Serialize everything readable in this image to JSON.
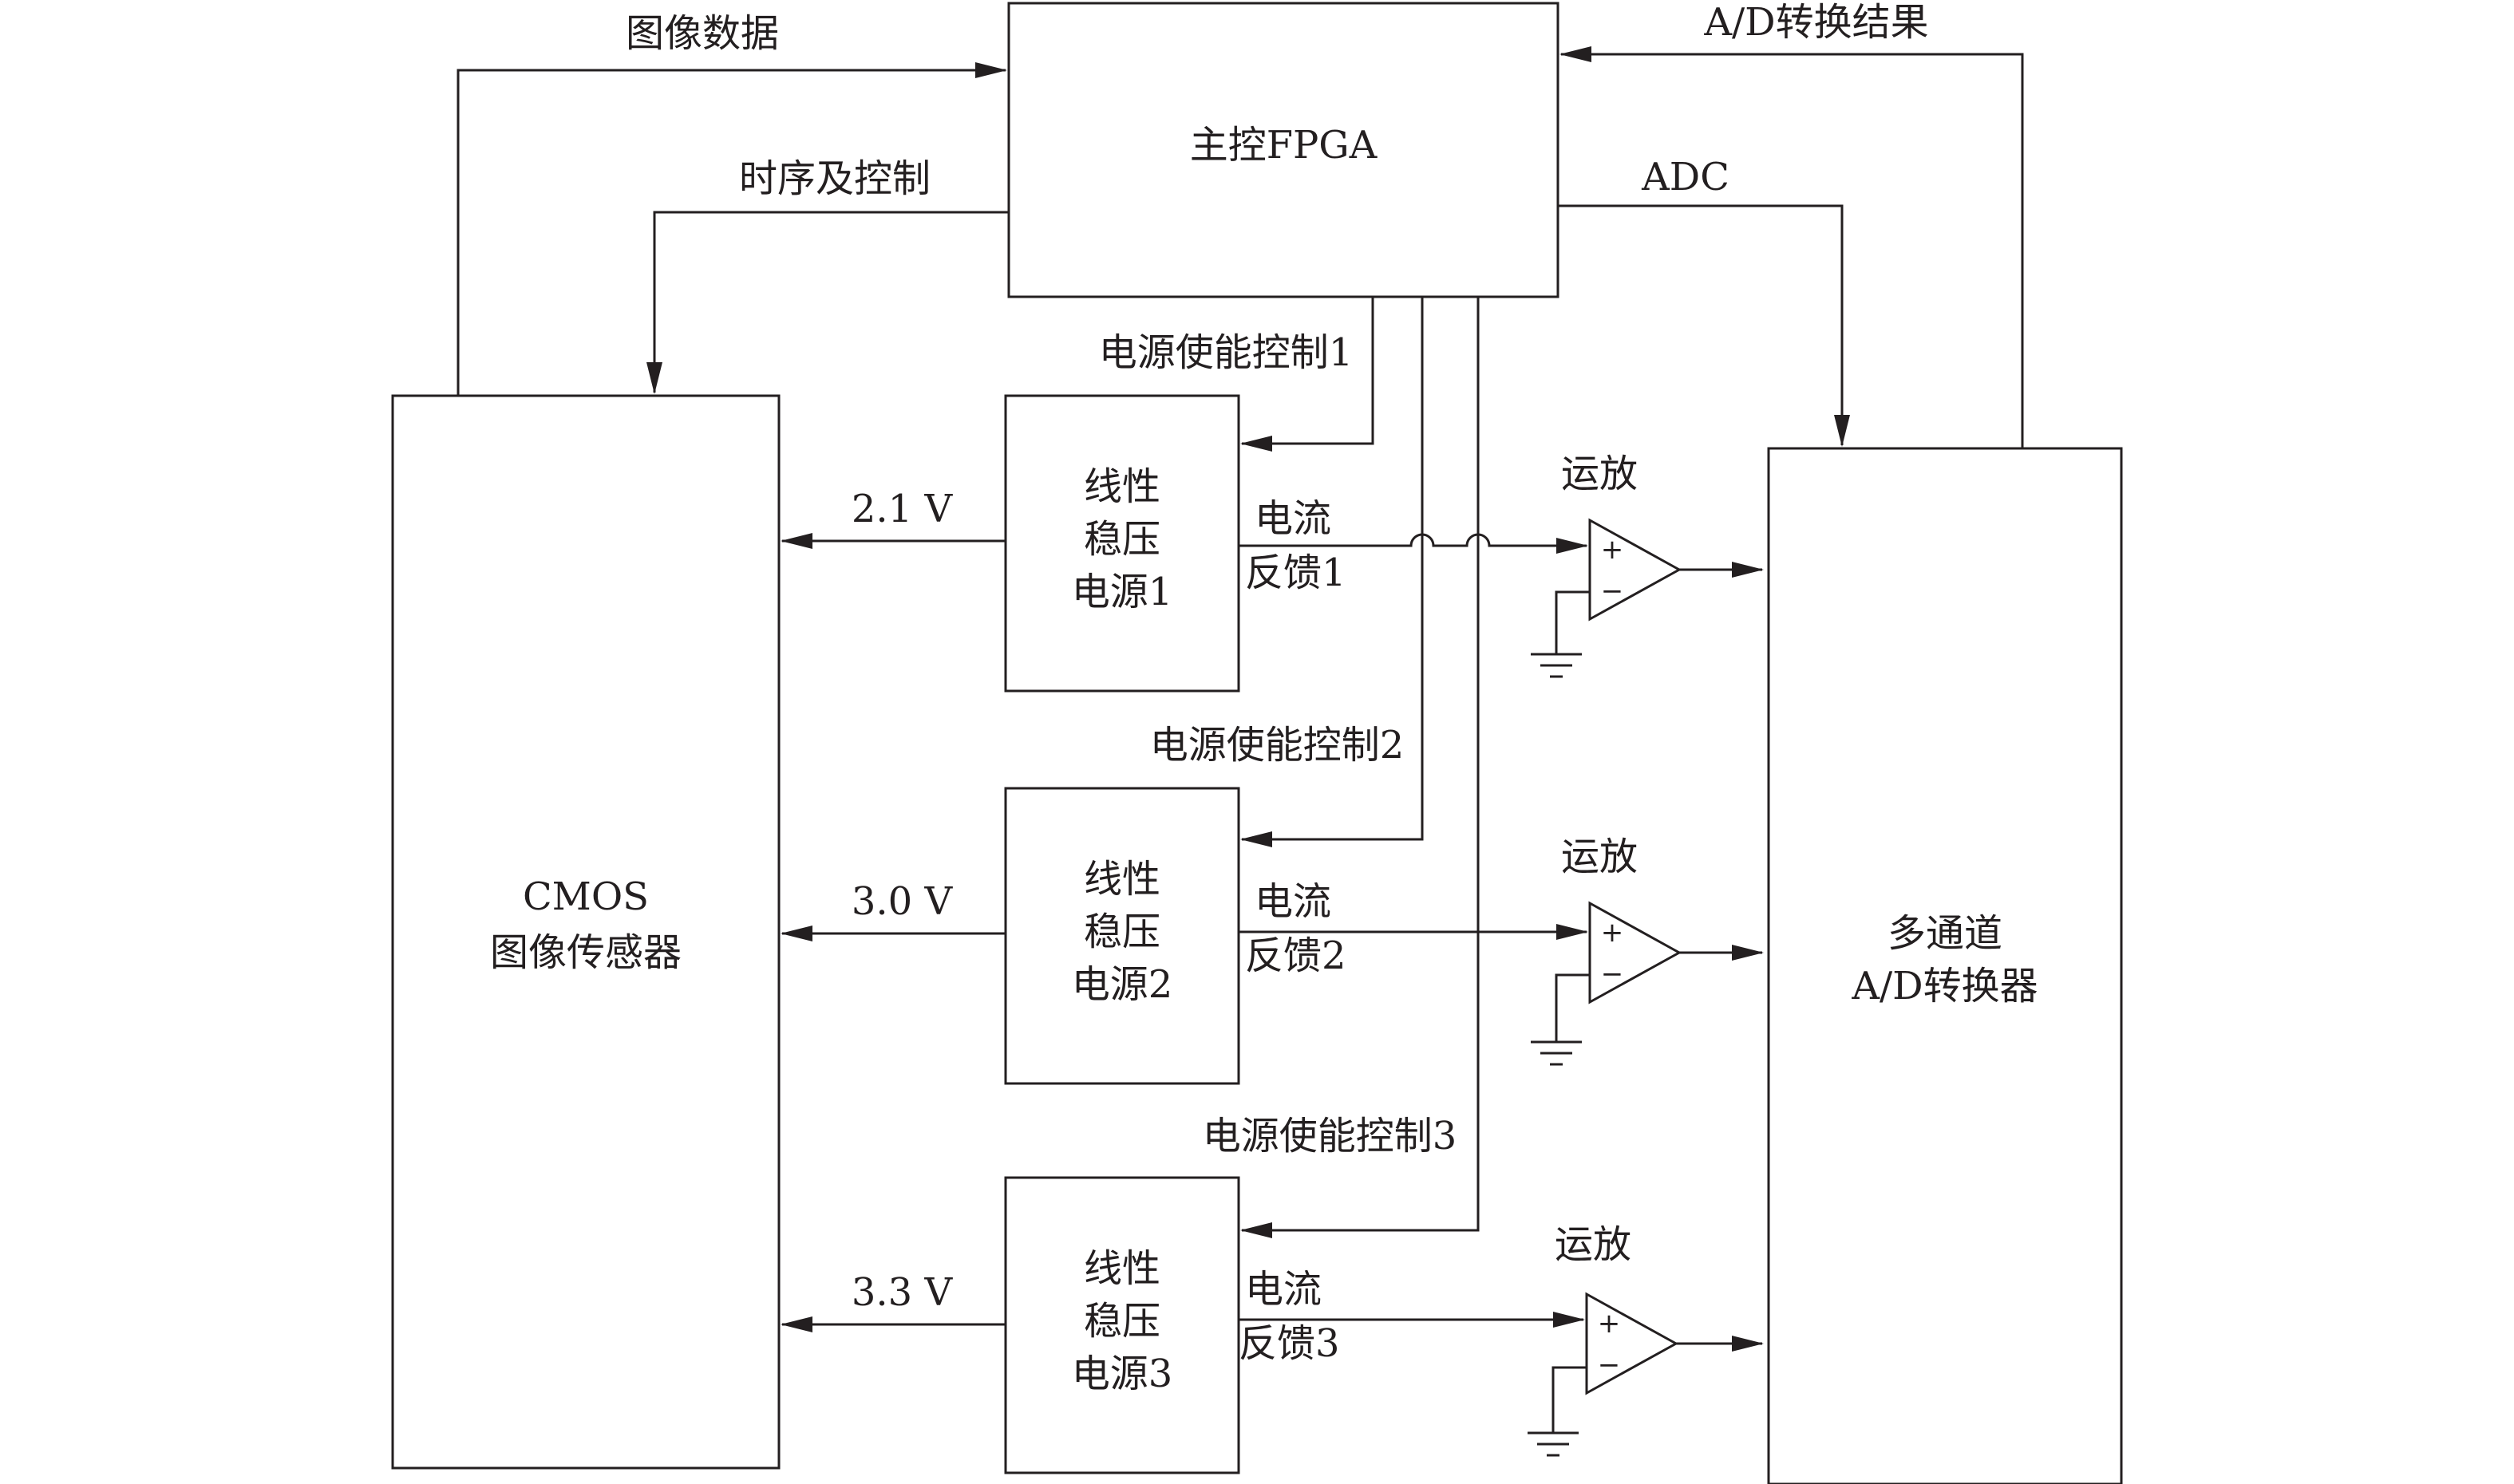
{
  "blocks": {
    "fpga": "主控FPGA",
    "cmos": [
      "CMOS",
      "图像传感器"
    ],
    "adc": [
      "多通道",
      "A/D转换器"
    ],
    "ldo": [
      [
        "线性",
        "稳压",
        "电源1"
      ],
      [
        "线性",
        "稳压",
        "电源2"
      ],
      [
        "线性",
        "稳压",
        "电源3"
      ]
    ]
  },
  "signals": {
    "image_data": "图像数据",
    "timing_control": "时序及控制",
    "ad_result": "A/D转换结果",
    "adc": "ADC",
    "enable": [
      "电源使能控制1",
      "电源使能控制2",
      "电源使能控制3"
    ],
    "voltage": [
      "2.1 V",
      "3.0 V",
      "3.3 V"
    ],
    "feedback": [
      [
        "电流",
        "反馈1"
      ],
      [
        "电流",
        "反馈2"
      ],
      [
        "电流",
        "反馈3"
      ]
    ],
    "opamp": [
      "运放",
      "运放",
      "运放"
    ]
  },
  "opamp_signs": {
    "plus": "+",
    "minus": "−"
  },
  "icons": [
    "op-amp-triangle",
    "ground-symbol",
    "arrowhead",
    "wire-crossover-hop"
  ],
  "colors": {
    "line": "#231f20",
    "background": "#ffffff"
  }
}
